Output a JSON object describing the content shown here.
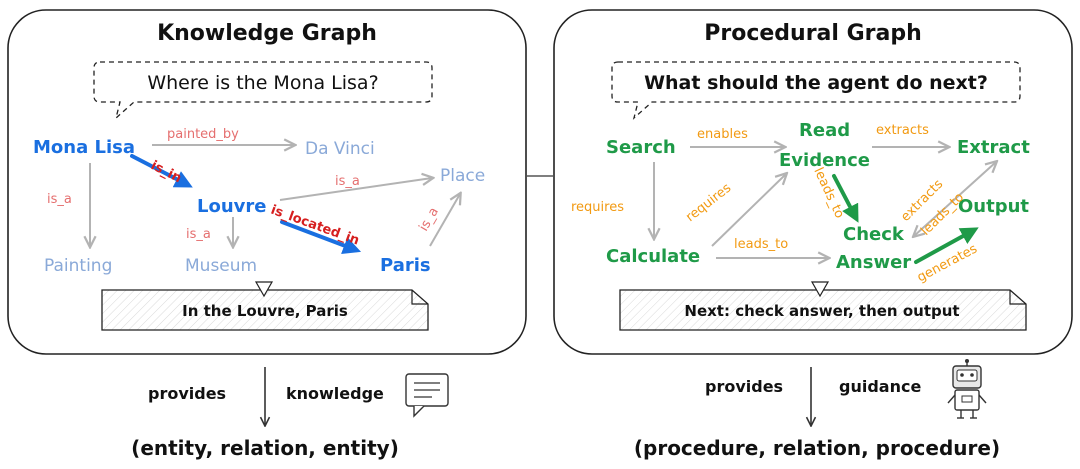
{
  "colors": {
    "kg_entity": "#1a6fe0",
    "kg_entity_light": "#8aa9d8",
    "kg_relation": "#e56f6f",
    "kg_relation_strong": "#d61f1f",
    "pg_node": "#1f9a48",
    "pg_relation": "#f29a12",
    "edge_gray": "#b3b3b3"
  },
  "left": {
    "title": "Knowledge Graph",
    "question": "Where is the Mona Lisa?",
    "nodes": {
      "mona_lisa": "Mona Lisa",
      "da_vinci": "Da Vinci",
      "louvre": "Louvre",
      "place": "Place",
      "painting": "Painting",
      "museum": "Museum",
      "paris": "Paris"
    },
    "relations": {
      "painted_by": "painted_by",
      "is_in": "is_in",
      "is_a_painting": "is_a",
      "is_a_place": "is_a",
      "is_a_museum": "is_a",
      "is_located_in": "is_located_in",
      "is_a_paris": "is_a"
    },
    "answer": "In the Louvre, Paris",
    "provides_label": "provides",
    "knowledge_label": "knowledge",
    "tuple": "(entity, relation, entity)"
  },
  "right": {
    "title": "Procedural Graph",
    "question": "What should the agent do next?",
    "nodes": {
      "search": "Search",
      "read": "Read",
      "evidence": "Evidence",
      "extract": "Extract",
      "calculate": "Calculate",
      "check": "Check",
      "answer": "Answer",
      "output": "Output"
    },
    "relations": {
      "enables": "enables",
      "extracts_top": "extracts",
      "requires_left": "requires",
      "requires_diag": "requires",
      "leads_to_mid": "leads_to",
      "leads_to_bottom": "leads_to",
      "extracts_diag": "extracts",
      "leads_to_right": "leads_to",
      "generates": "generates"
    },
    "answer": "Next: check answer, then output",
    "provides_label": "provides",
    "guidance_label": "guidance",
    "tuple": "(procedure, relation, procedure)"
  },
  "icons": [
    "chat-bubble-icon",
    "robot-icon"
  ]
}
